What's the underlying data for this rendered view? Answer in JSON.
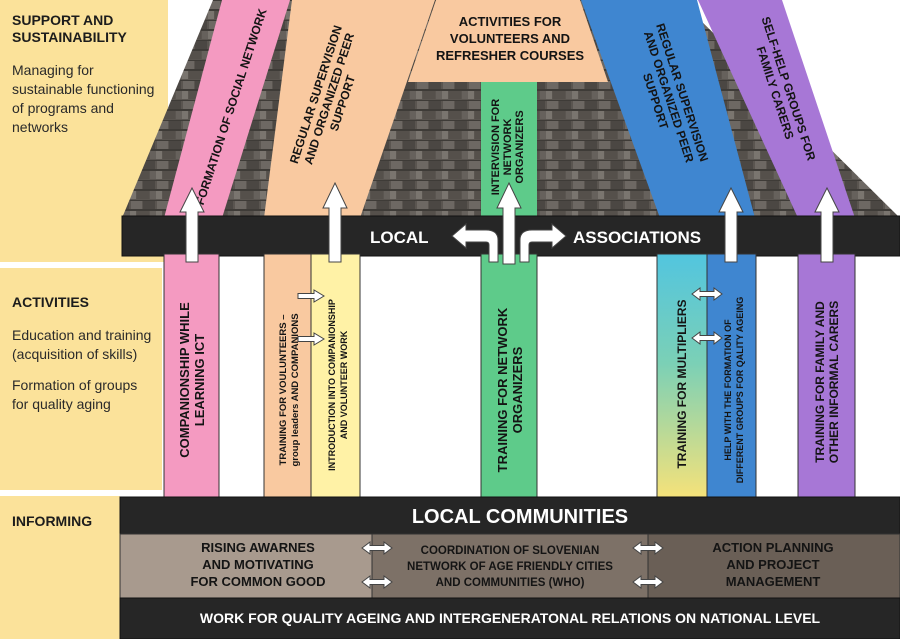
{
  "side": {
    "support_title": "SUPPORT AND SUSTAINABILITY",
    "support_desc": "Managing for sustainable functioning of programs and networks",
    "activities_title": "ACTIVITIES",
    "activities_desc1": "Education and training (acquisition of skills)",
    "activities_desc2": "Formation of groups for quality aging",
    "informing_title": "INFORMING"
  },
  "roof": {
    "social_network": "FORMATION OF SOCIAL NETWORK",
    "supervision_left": [
      "REGULAR SUPERVISION",
      "AND ORGANIZED PEER",
      "SUPPORT"
    ],
    "volunteers": [
      "ACTIVITIES FOR",
      "VOLUNTEERS AND",
      "REFRESHER COURSES"
    ],
    "intervision": [
      "INTERVISION FOR",
      "NETWORK",
      "ORGANIZERS"
    ],
    "supervision_right": [
      "REGULAR SUPERVISION",
      "AND ORGANIZED PEER",
      "SUPPORT"
    ],
    "self_help": [
      "SELF-HELP GROUPS FOR",
      "FAMILY CARERS"
    ]
  },
  "beam": {
    "left": "LOCAL",
    "right": "ASSOCIATIONS"
  },
  "pillars": {
    "ict": [
      "COMPANIONSHIP WHILE",
      "LEARNING ICT"
    ],
    "volunteers_training": [
      "TRAINING FOR VOULUNTEERS –",
      "group leaders AND COMPANIONS"
    ],
    "introduction": [
      "INTRODUCTION INTO COMPANIONSHIP",
      "AND VOLUNTEER WORK"
    ],
    "network_organizers": [
      "TRAINING FOR NETWORK",
      "ORGANIZERS"
    ],
    "multipliers": "TRAINING FOR MULTIPLIERS",
    "help_formation": [
      "HELP WITH THE  FORMATION OF",
      "DIFFERENT GROUPS FOR QALITY AGEING"
    ],
    "family_carers": [
      "TRAINING FOR FAMILY AND",
      "OTHER INFORMAL CARERS"
    ]
  },
  "base": {
    "title": "LOCAL COMMUNITIES",
    "left": [
      "RISING AWARNES",
      "AND MOTIVATING",
      "FOR COMMON GOOD"
    ],
    "middle": [
      "COORDINATION OF SLOVENIAN",
      "NETWORK OF AGE FRIENDLY CITIES",
      "AND COMMUNITIES (WHO)"
    ],
    "right": [
      "ACTION PLANNING",
      "AND PROJECT",
      "MANAGEMENT"
    ],
    "bottom": "WORK FOR QUALITY AGEING AND INTERGENERATONAL RELATIONS ON NATIONAL LEVEL"
  },
  "colors": {
    "pink": "#f49ac1",
    "peach": "#f9c9a0",
    "yellow": "#fff2a6",
    "green": "#5ecb8a",
    "blue": "#3f86d0",
    "cyan": "#52c5df",
    "purple": "#a777d6",
    "dark": "#262626",
    "sidebox": "#fbe29a"
  }
}
